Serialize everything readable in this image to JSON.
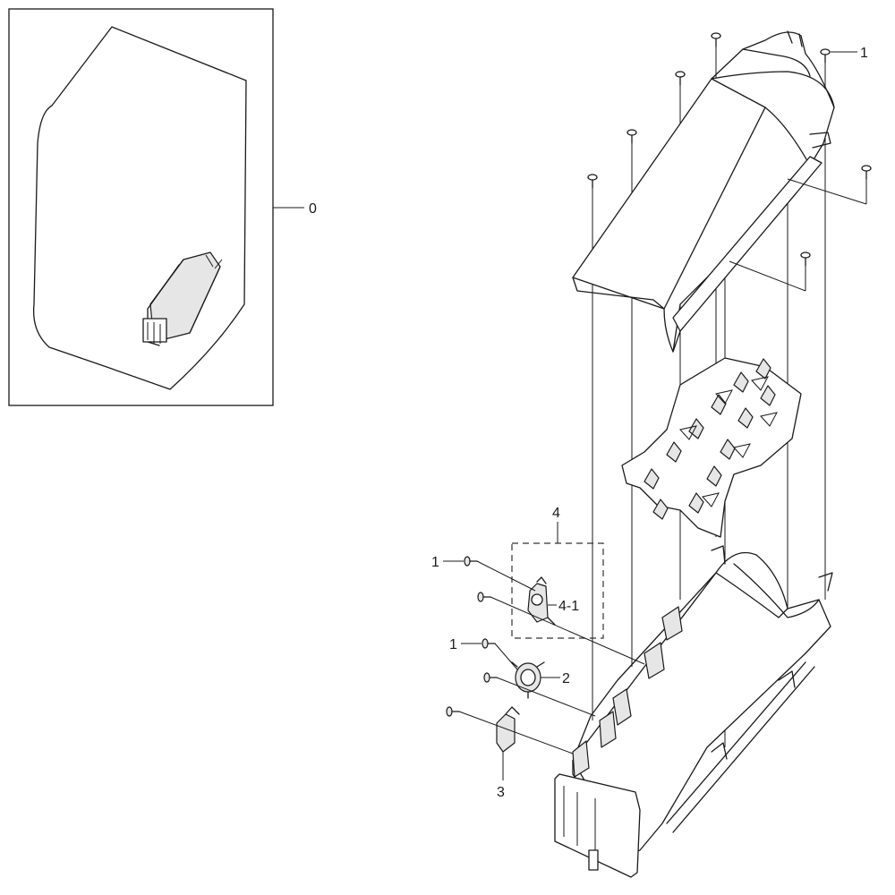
{
  "callouts": {
    "assembly": "0",
    "screw": "1",
    "thermostat": "2",
    "bracket": "3",
    "sensor_assembly": "4",
    "sensor": "4-1"
  }
}
